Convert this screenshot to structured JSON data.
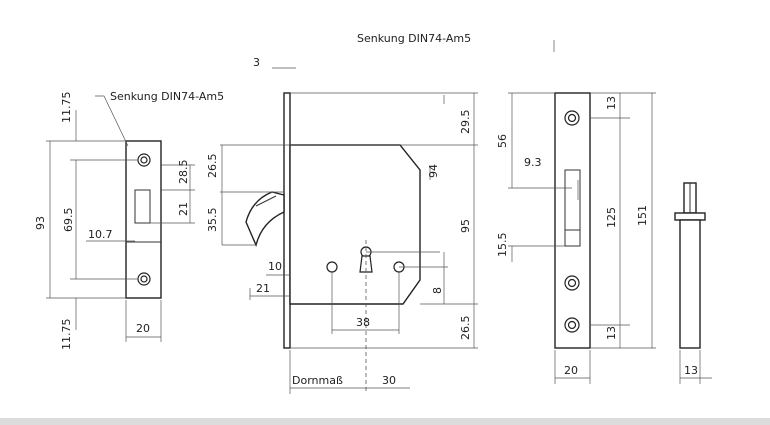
{
  "labels": {
    "countersink_top": "Senkung DIN74-Am5",
    "countersink_left": "Senkung DIN74-Am5",
    "dornmass": "Dornmaß"
  },
  "dims": {
    "d_3": "3",
    "d_11_75_top": "11.75",
    "d_93": "93",
    "d_69_5": "69.5",
    "d_10_7": "10.7",
    "d_11_75_bot": "11.75",
    "d_20_left": "20",
    "d_28_5": "28.5",
    "d_26_5_a": "26.5",
    "d_21_a": "21",
    "d_35_5": "35.5",
    "d_10": "10",
    "d_21_b": "21",
    "d_29_5": "29.5",
    "d_94": "94",
    "d_95": "95",
    "d_8": "8",
    "d_26_5_b": "26.5",
    "d_38": "38",
    "d_30": "30",
    "d_56": "56",
    "d_9_3": "9.3",
    "d_15_5": "15.5",
    "d_13_top": "13",
    "d_125": "125",
    "d_151": "151",
    "d_13_bot": "13",
    "d_20_right": "20",
    "d_13_pin": "13"
  }
}
